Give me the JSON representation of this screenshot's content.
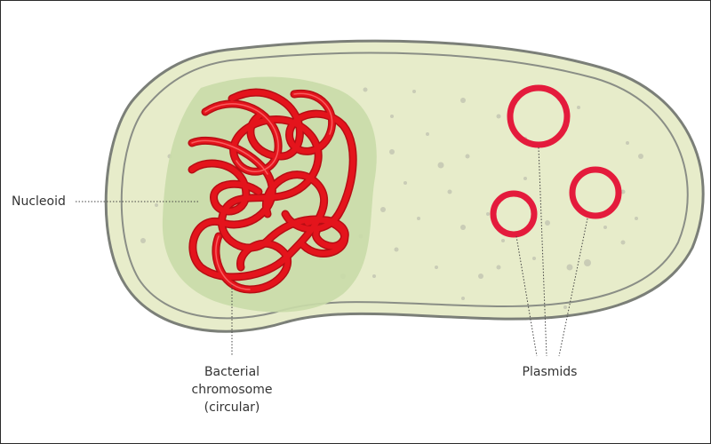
{
  "labels": {
    "nucleoid": "Nucleoid",
    "chromosome_line1": "Bacterial",
    "chromosome_line2": "chromosome",
    "chromosome_line3": "(circular)",
    "plasmids": "Plasmids"
  },
  "colors": {
    "cell_fill": "#e7ecca",
    "cell_outline": "#7b7f78",
    "nucleoid_fill": "#c9dca8",
    "dna_red": "#e4141c",
    "plasmid_red": "#e41b3c",
    "leader_line": "#444444"
  }
}
